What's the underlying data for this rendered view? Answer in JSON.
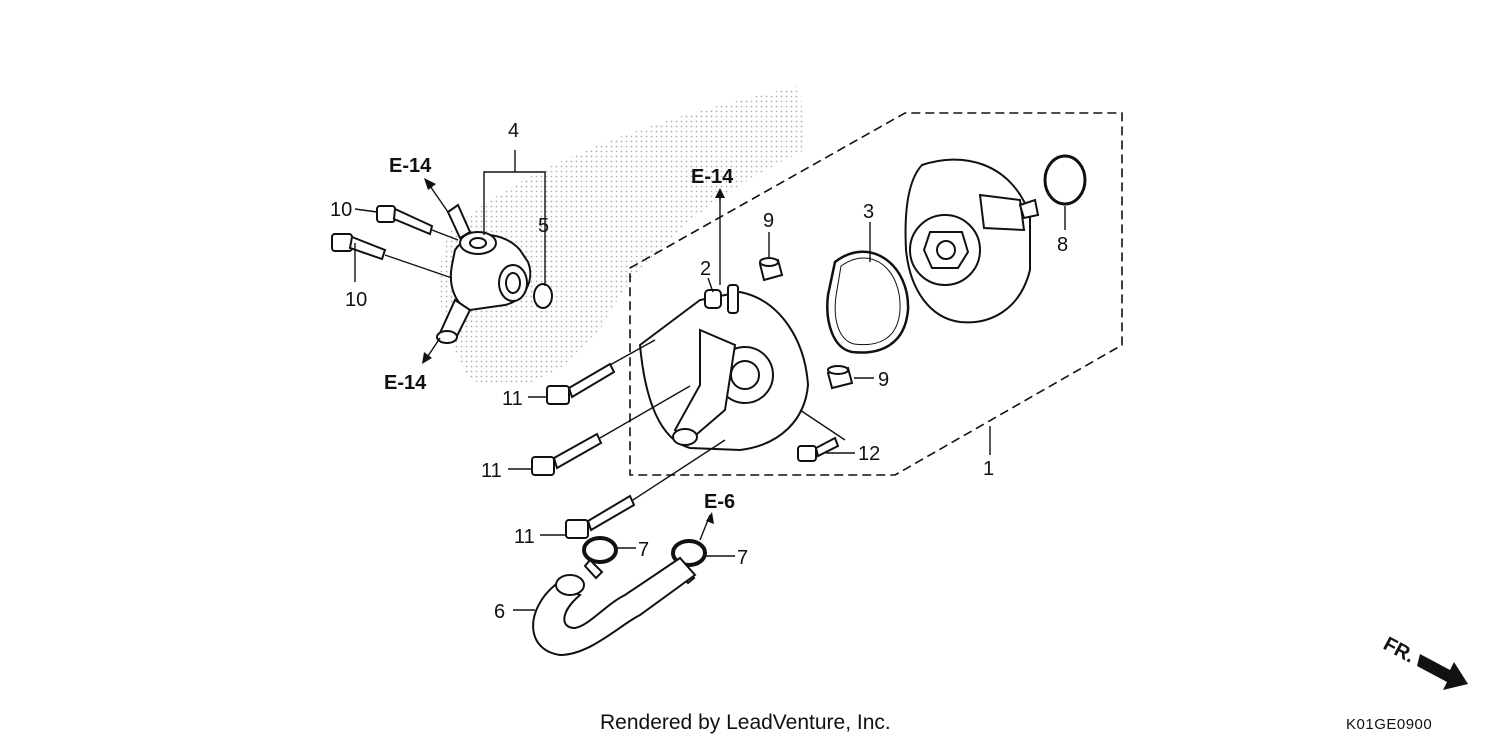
{
  "callouts": {
    "c1": "1",
    "c2": "2",
    "c3": "3",
    "c4": "4",
    "c5": "5",
    "c6": "6",
    "c7a": "7",
    "c7b": "7",
    "c8": "8",
    "c9a": "9",
    "c9b": "9",
    "c10a": "10",
    "c10b": "10",
    "c11a": "11",
    "c11b": "11",
    "c11c": "11",
    "c12": "12"
  },
  "references": {
    "r_e14_top_left": "E-14",
    "r_e14_bottom_left": "E-14",
    "r_e14_center": "E-14",
    "r_e6": "E-6",
    "direction": "FR."
  },
  "footer": {
    "credit": "Rendered by LeadVenture, Inc.",
    "code": "K01GE0900"
  }
}
